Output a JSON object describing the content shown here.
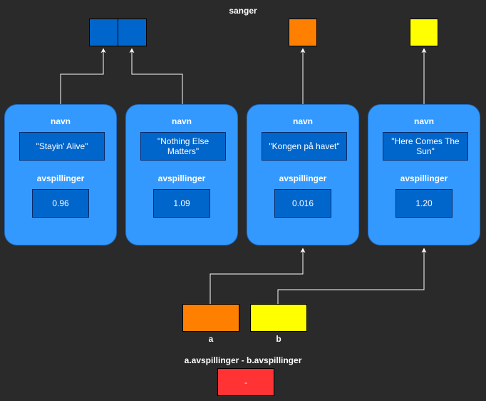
{
  "list": {
    "label": "sanger",
    "colors": [
      "#0066cc",
      "#0066cc",
      "#ff8000",
      "#ffff00"
    ]
  },
  "songs": [
    {
      "name_key": "navn",
      "name": "\"Stayin' Alive\"",
      "plays_key": "avspillinger",
      "plays": "0.96",
      "color": "#0066cc"
    },
    {
      "name_key": "navn",
      "name": "\"Nothing Else Matters\"",
      "plays_key": "avspillinger",
      "plays": "1.09",
      "color": "#0066cc"
    },
    {
      "name_key": "navn",
      "name": "\"Kongen på havet\"",
      "plays_key": "avspillinger",
      "plays": "0.016",
      "color": "#ff8000"
    },
    {
      "name_key": "navn",
      "name": "\"Here Comes The Sun\"",
      "plays_key": "avspillinger",
      "plays": "1.20",
      "color": "#ffff00"
    }
  ],
  "variables": [
    {
      "label": "a",
      "color": "#ff8000"
    },
    {
      "label": "b",
      "color": "#ffff00"
    }
  ],
  "expression": {
    "label": "a.avspillinger - b.avspillinger",
    "value": "-",
    "color": "#ff3333"
  }
}
